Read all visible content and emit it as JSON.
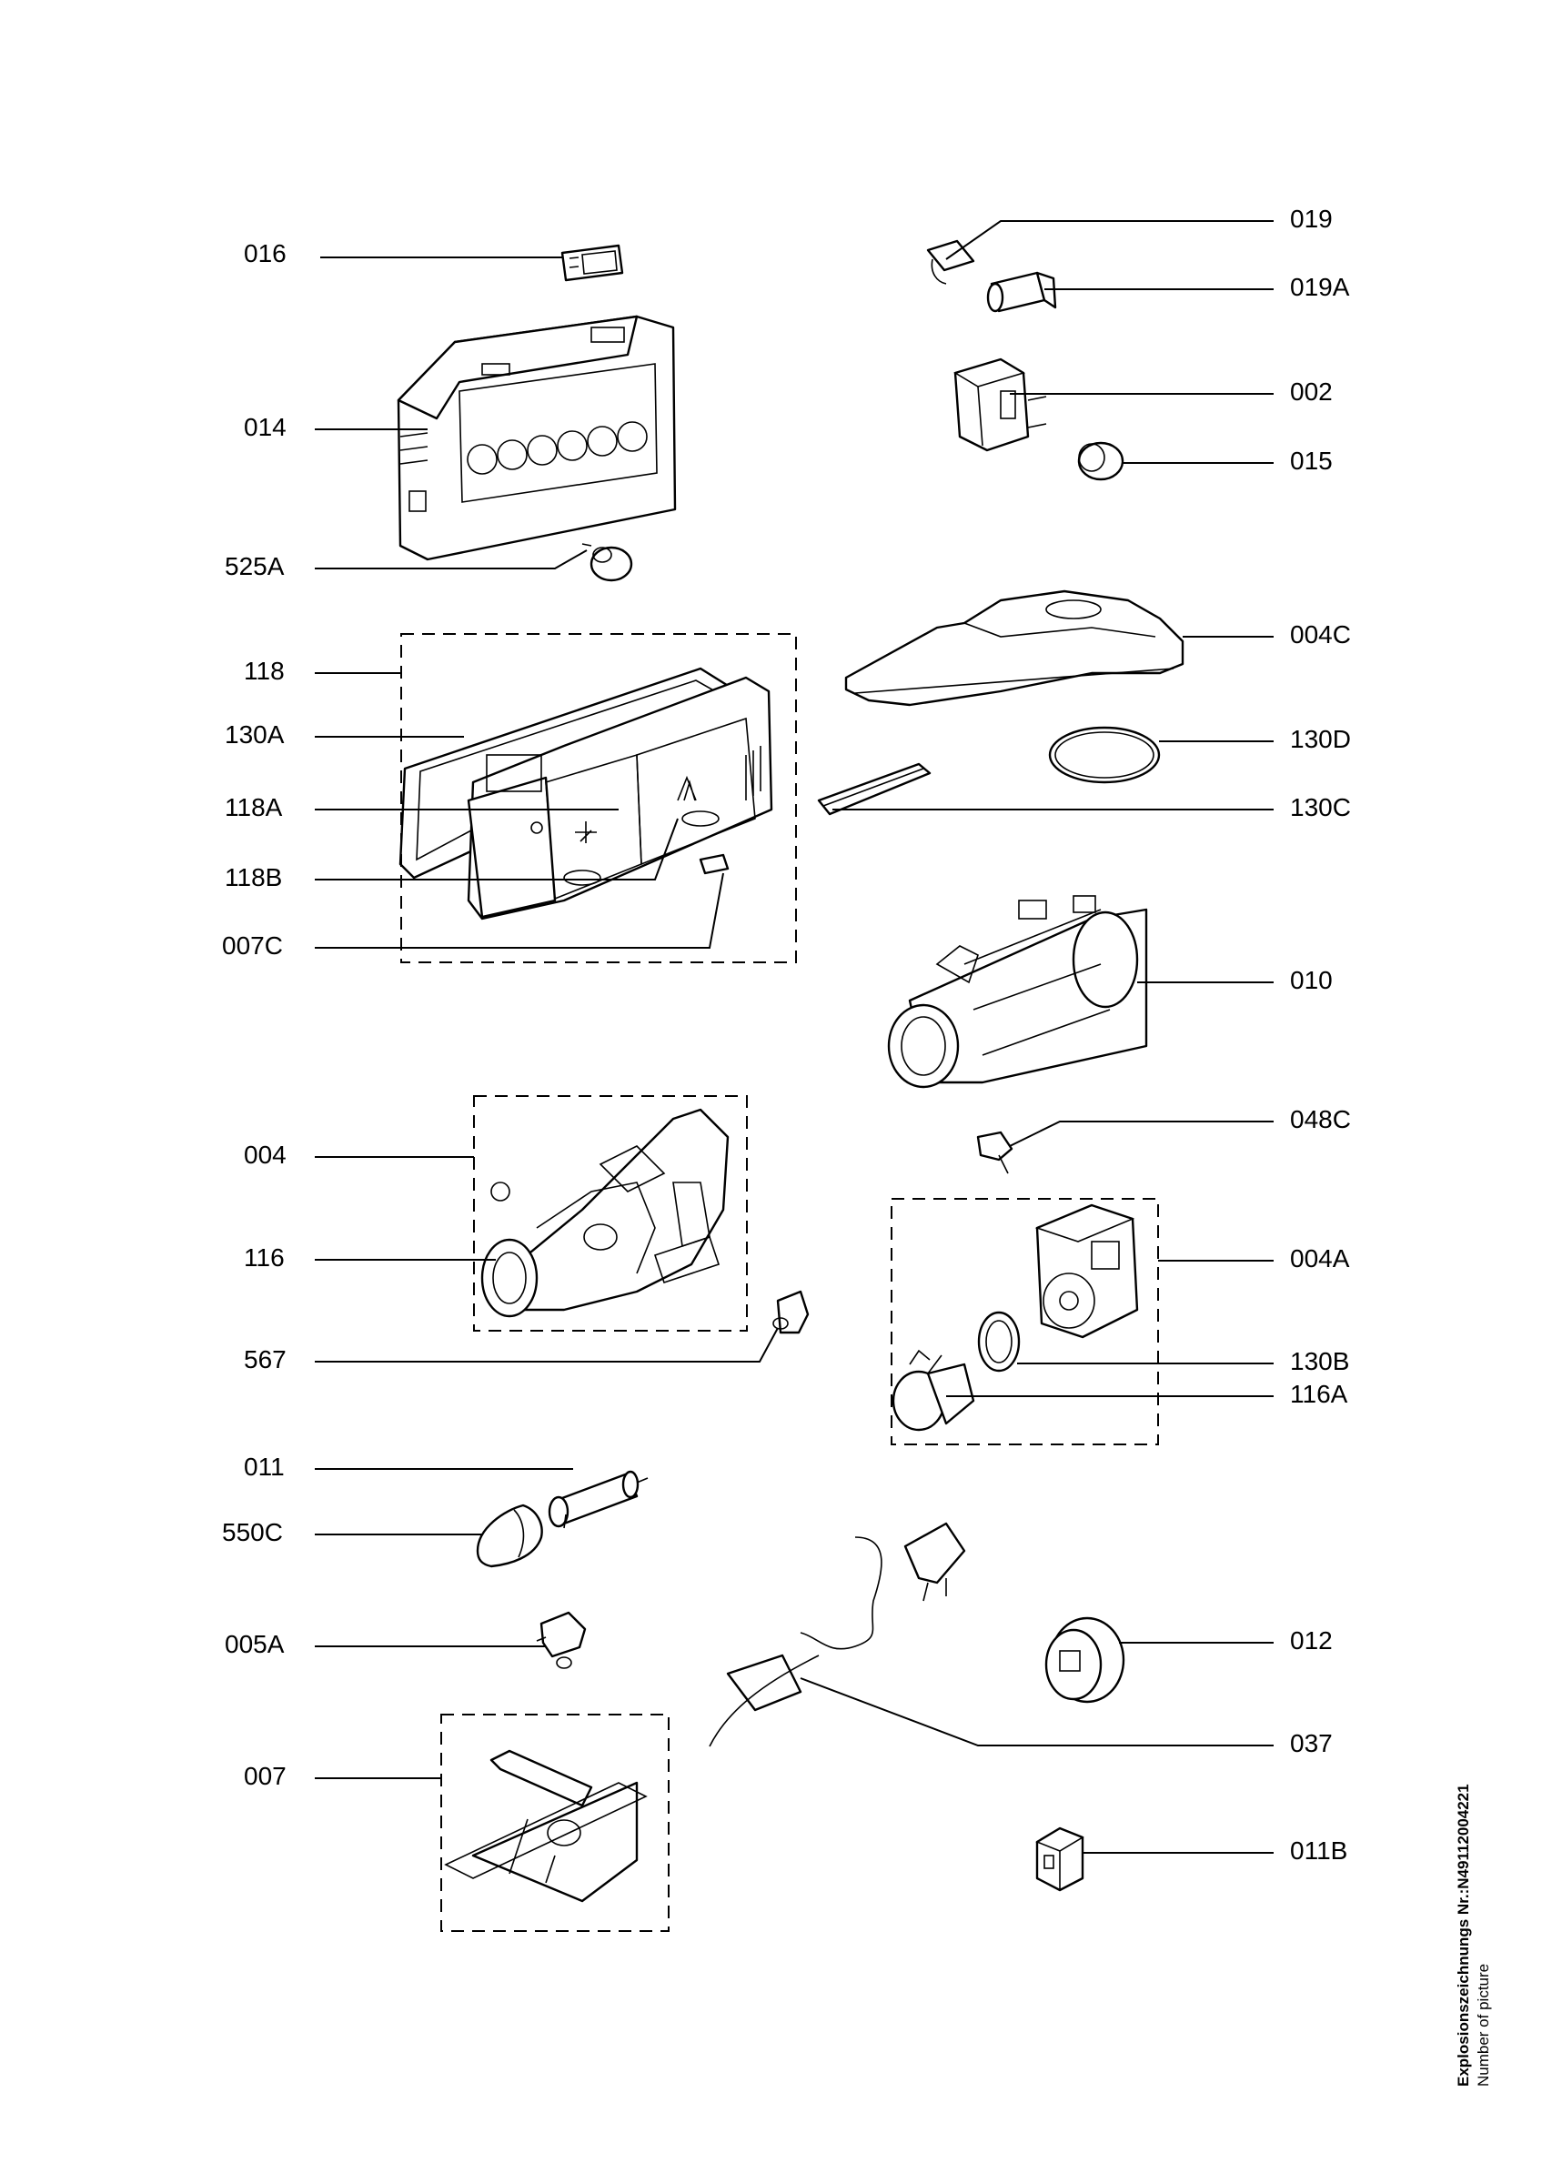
{
  "labels": {
    "p016": "016",
    "p014": "014",
    "p525A": "525A",
    "p118": "118",
    "p130A": "130A",
    "p118A": "118A",
    "p118B": "118B",
    "p007C": "007C",
    "p004": "004",
    "p116": "116",
    "p567": "567",
    "p011": "011",
    "p550C": "550C",
    "p005A": "005A",
    "p007": "007",
    "p019": "019",
    "p019A": "019A",
    "p002": "002",
    "p015": "015",
    "p004C": "004C",
    "p130D": "130D",
    "p130C": "130C",
    "p010": "010",
    "p048C": "048C",
    "p004A": "004A",
    "p130B": "130B",
    "p116A": "116A",
    "p012": "012",
    "p037": "037",
    "p011B": "011B"
  },
  "side_text": {
    "title": "Explosionszeichnungs Nr.:N49112004221",
    "subtitle": "Number of picture"
  }
}
